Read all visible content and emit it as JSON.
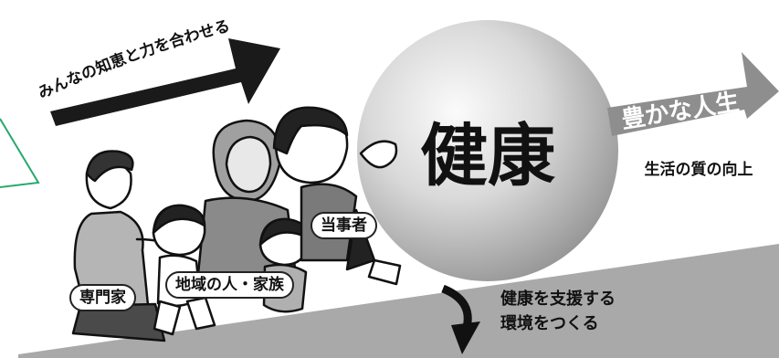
{
  "arrow_text": "みんなの知恵と力を合わせる",
  "ball_text": "健康",
  "goal": {
    "title": "豊かな人生",
    "subtitle": "生活の質の向上"
  },
  "slope_caption": [
    "健康を支援する",
    "環境をつくる"
  ],
  "people_labels": {
    "expert": "専門家",
    "community": "地域の人・家族",
    "self": "当事者"
  },
  "colors": {
    "slope": "#a9a9a9",
    "ball_light": "#fafafa",
    "ball_dark": "#8a8a8a",
    "goal_arrow": "#8e8e8e",
    "big_arrow": "#1a1a1a",
    "speech_line": "#2aa86e"
  }
}
